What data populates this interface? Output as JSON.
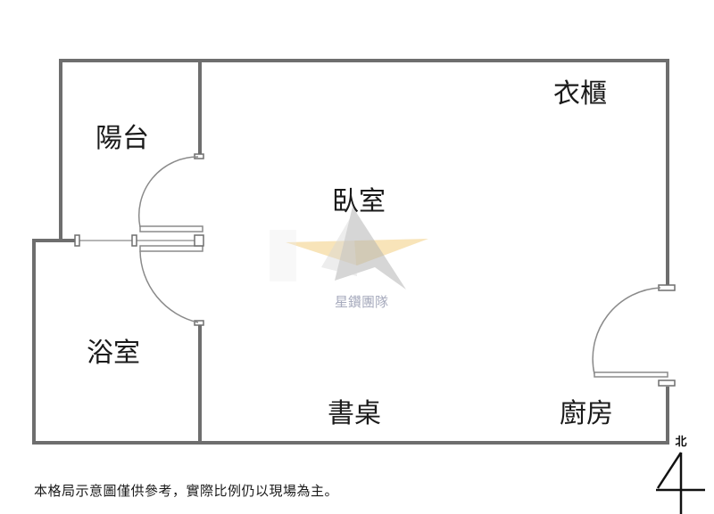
{
  "rooms": {
    "balcony": "陽台",
    "bedroom": "臥室",
    "wardrobe": "衣櫃",
    "bathroom": "浴室",
    "desk": "書桌",
    "kitchen": "廚房"
  },
  "watermark": {
    "text": "星鑽團隊"
  },
  "compass": {
    "label": "北"
  },
  "footer": {
    "note": "本格局示意圖僅供參考，實際比例仍以現場為主。"
  },
  "colors": {
    "wall": "#6e6e6e",
    "door": "#8a8a8a",
    "watermark_gold": "#f2d28a",
    "watermark_gray": "#9a9a9a"
  }
}
